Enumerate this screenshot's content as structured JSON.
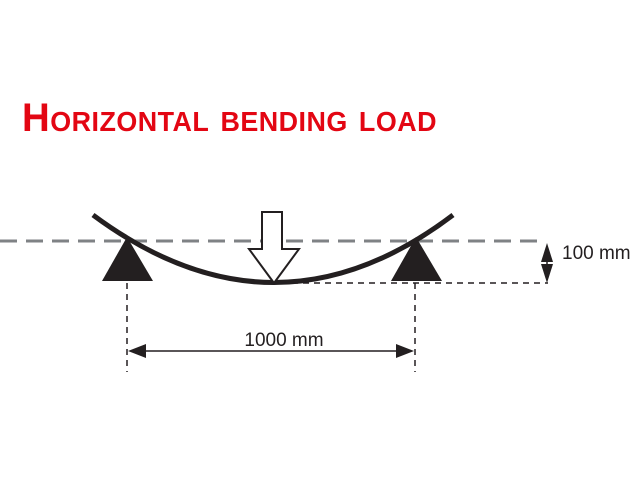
{
  "title": "Horizontal bending load",
  "deflection_label": "100 mm",
  "span_label": "1000 mm",
  "colors": {
    "title": "#e30613",
    "line": "#231f20",
    "reference": "#7f8285"
  }
}
